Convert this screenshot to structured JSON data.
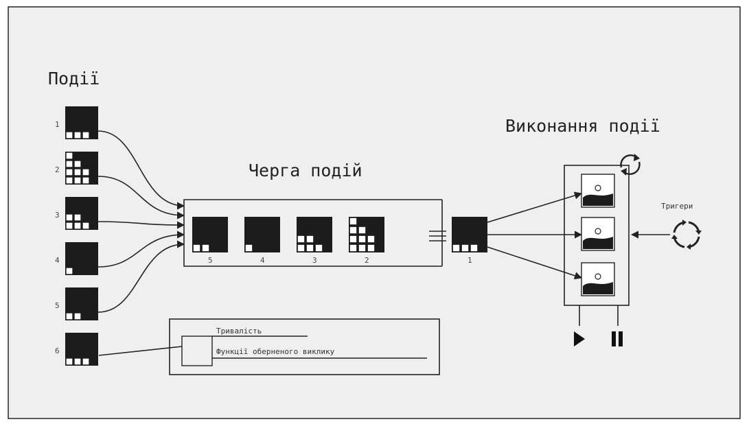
{
  "titles": {
    "events": "Події",
    "queue": "Черга подій",
    "execution": "Виконання події",
    "triggers": "Тригери"
  },
  "events": [
    {
      "label": "1",
      "pattern": "row3"
    },
    {
      "label": "2",
      "pattern": "stair3"
    },
    {
      "label": "3",
      "pattern": "stair2"
    },
    {
      "label": "4",
      "pattern": "one"
    },
    {
      "label": "5",
      "pattern": "two"
    },
    {
      "label": "6",
      "pattern": "row3"
    }
  ],
  "queue_items": [
    {
      "label": "5",
      "pattern": "two"
    },
    {
      "label": "4",
      "pattern": "one"
    },
    {
      "label": "3",
      "pattern": "stair2"
    },
    {
      "label": "2",
      "pattern": "stair3"
    }
  ],
  "dequeued": {
    "label": "1",
    "pattern": "row3"
  },
  "legend": {
    "duration": "Тривалість",
    "callbacks": "Функції оберненого виклику"
  }
}
